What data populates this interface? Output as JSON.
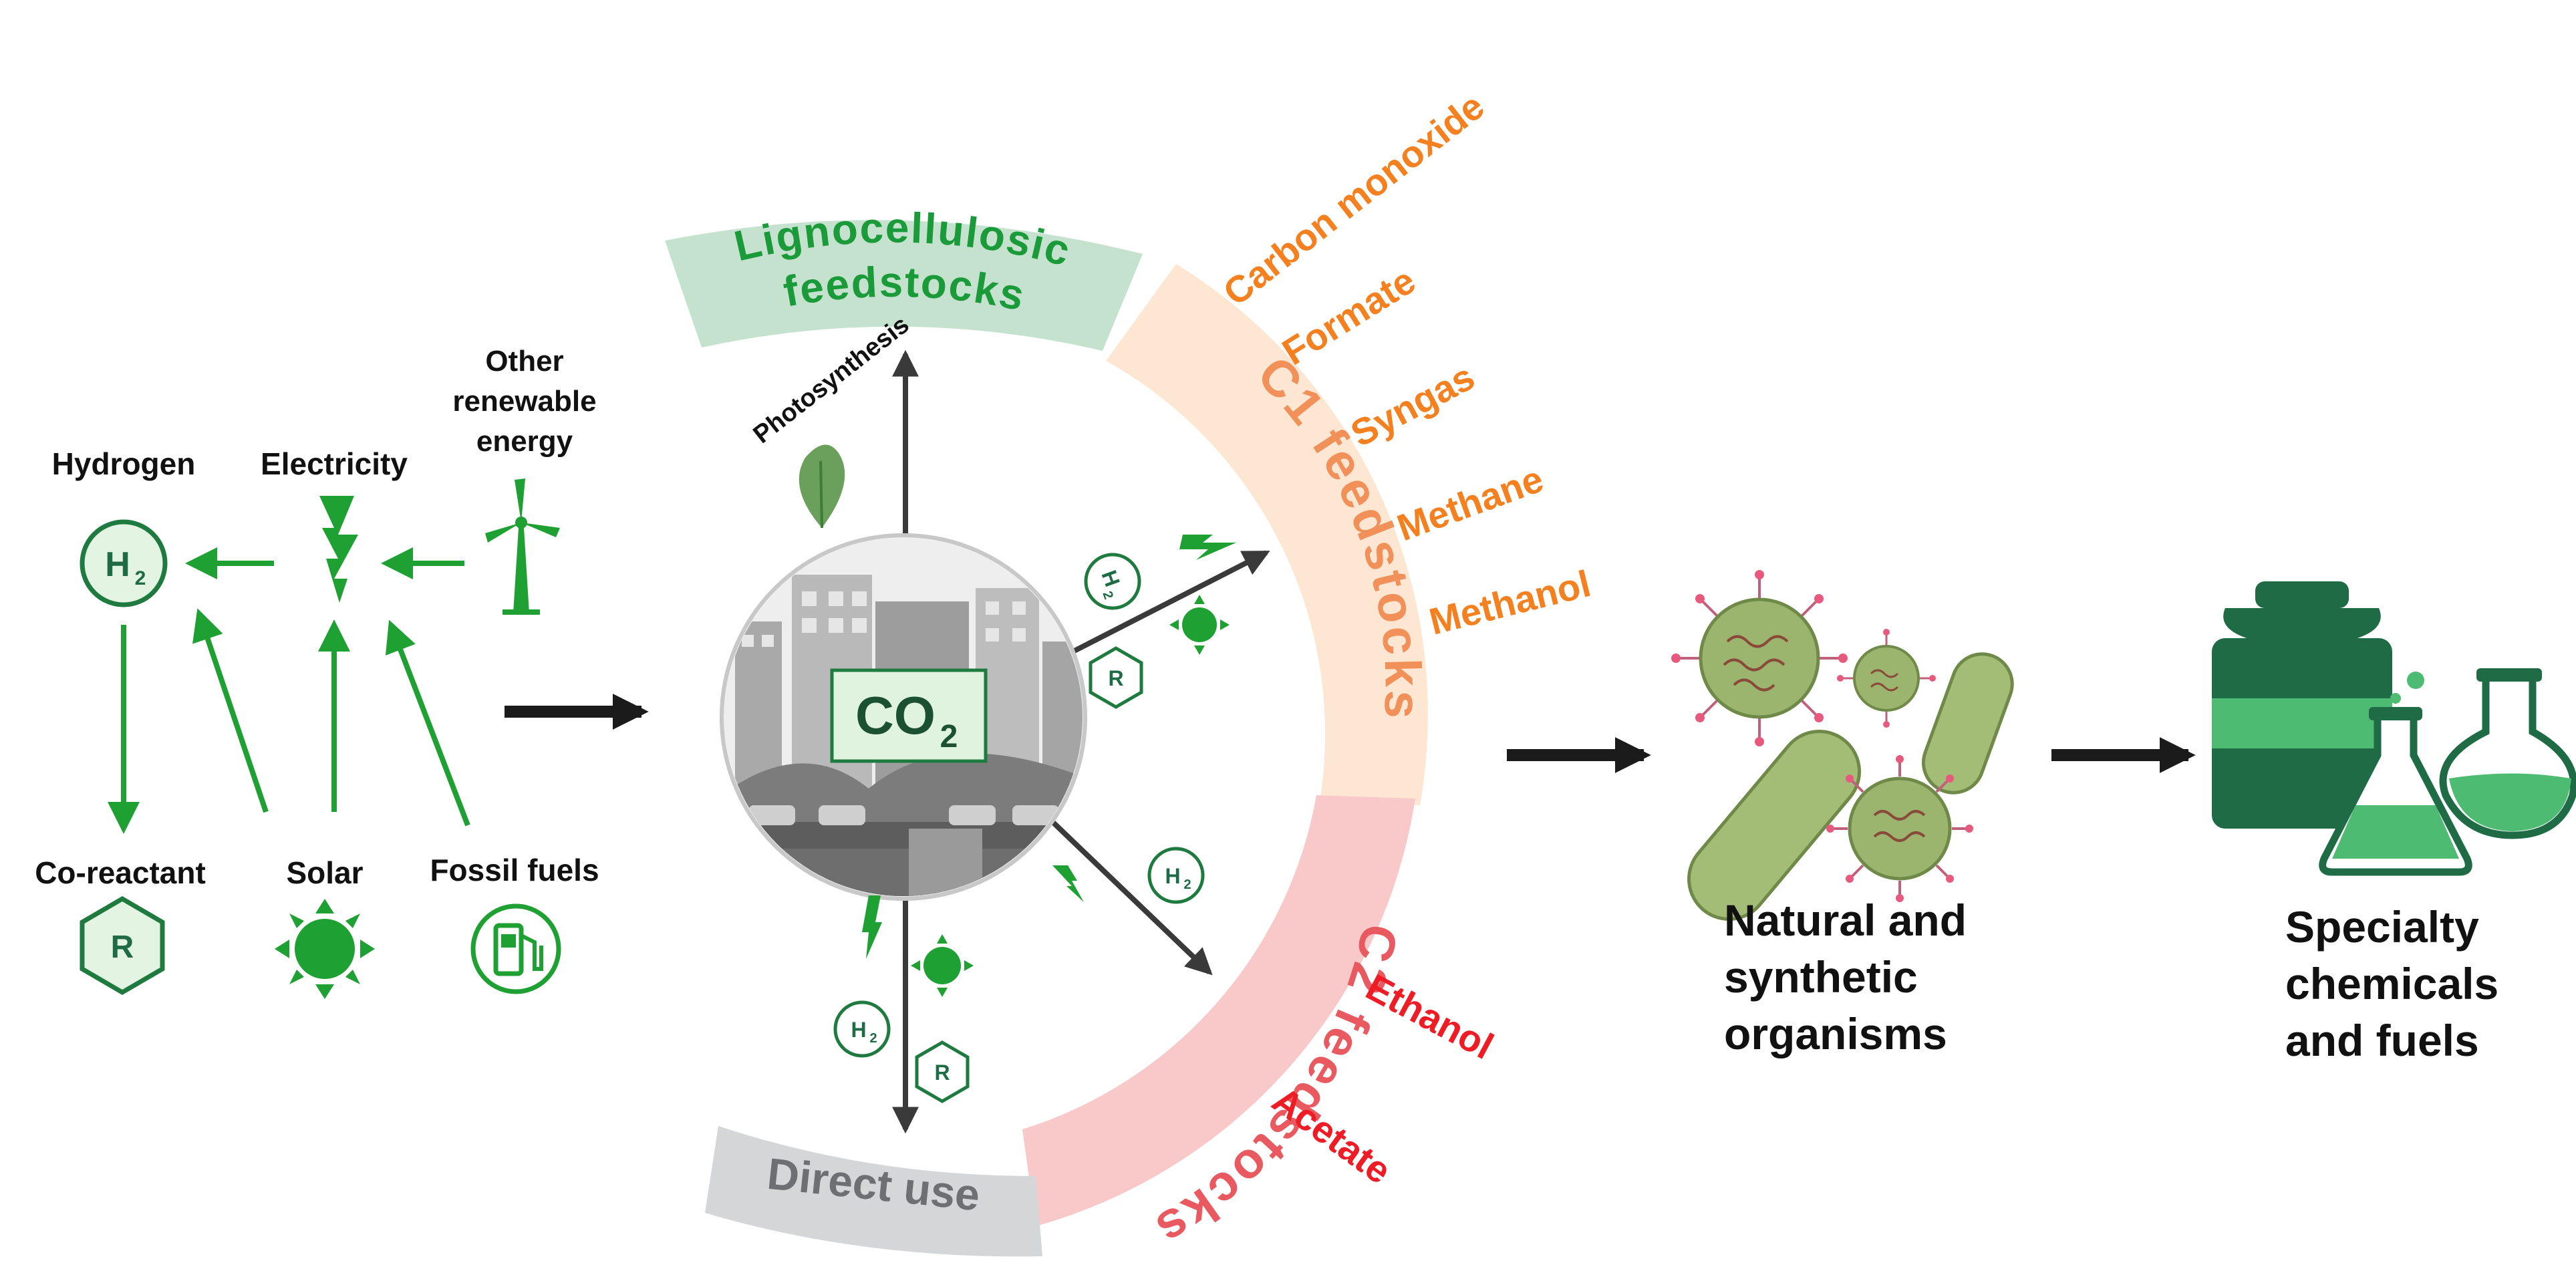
{
  "energy_inputs": {
    "hydrogen": "Hydrogen",
    "electricity": "Electricity",
    "other_renewable_line1": "Other",
    "other_renewable_line2": "renewable",
    "other_renewable_line3": "energy",
    "co_reactant": "Co-reactant",
    "solar": "Solar",
    "fossil_fuels": "Fossil fuels",
    "h2_symbol": "H",
    "h2_subscript": "2",
    "reactant_symbol": "R"
  },
  "center": {
    "co2_symbol": "CO",
    "co2_subscript": "2",
    "photosynthesis": "Photosynthesis"
  },
  "ring": {
    "lignocellulosic_line1": "Lignocellulosic",
    "lignocellulosic_line2": "feedstocks",
    "c1": "C1 feedstocks",
    "c2": "C2 feedstocks",
    "direct_use": "Direct use"
  },
  "c1_products": [
    "Carbon monoxide",
    "Formate",
    "Syngas",
    "Methane",
    "Methanol"
  ],
  "c2_products": [
    "Ethanol",
    "Acetate"
  ],
  "organisms": {
    "line1": "Natural and",
    "line2": "synthetic",
    "line3": "organisms"
  },
  "outputs": {
    "line1": "Specialty",
    "line2": "chemicals",
    "line3": "and fuels"
  },
  "colors": {
    "energy_green": "#1fa033",
    "dark_green": "#1e6b46",
    "lignocellulosic_fill": "#c5e2cf",
    "lignocellulosic_text": "#1b9a3a",
    "c1_fill": "#fde6d2",
    "c1_text": "#f4801f",
    "c2_fill": "#f9c9ca",
    "c2_text": "#ee1c25",
    "direct_use_fill": "#d4d6d8",
    "direct_use_text": "#6d6f72",
    "microbe_green": "#93ae6a",
    "flask_green": "#4dbb72"
  }
}
